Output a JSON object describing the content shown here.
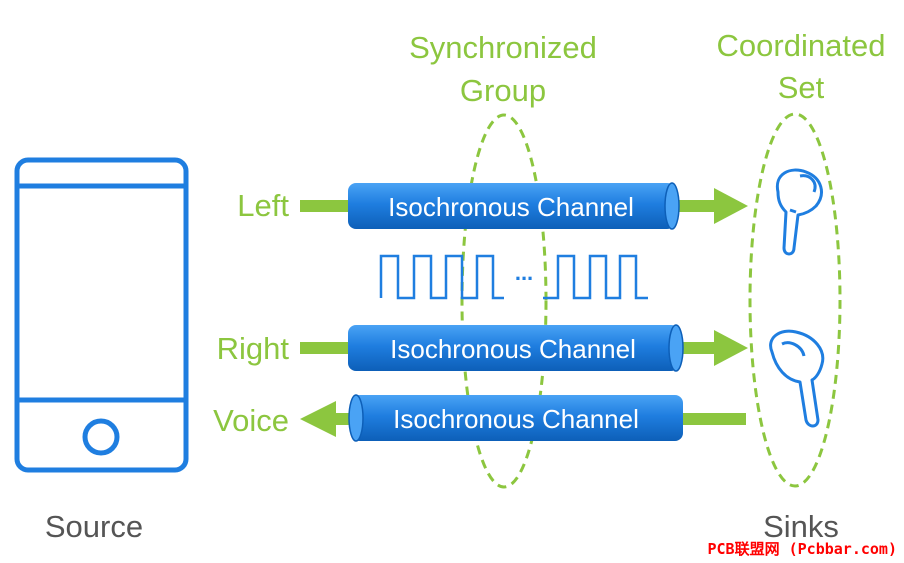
{
  "labels": {
    "sync_group_line1": "Synchronized",
    "sync_group_line2": "Group",
    "coord_set_line1": "Coordinated",
    "coord_set_line2": "Set",
    "left": "Left",
    "right": "Right",
    "voice": "Voice",
    "source": "Source",
    "sinks": "Sinks",
    "ellipsis": "...",
    "watermark": "PCB联盟网 (Pcbbar.com)"
  },
  "channels": [
    {
      "label": "Isochronous Channel",
      "direction": "to-sink"
    },
    {
      "label": "Isochronous Channel",
      "direction": "to-sink"
    },
    {
      "label": "Isochronous Channel",
      "direction": "to-source"
    }
  ],
  "colors": {
    "green": "#8cc63f",
    "blue": "#1f7ee0",
    "blue_dark": "#0d5fb8",
    "blue_light": "#4aa3f5",
    "outline": "#1f7ee0",
    "text_dark": "#555555",
    "watermark": "#ff0000"
  },
  "icons": {
    "source": "smartphone-icon",
    "sink_left": "earbud-icon",
    "sink_right": "earbud-icon"
  }
}
